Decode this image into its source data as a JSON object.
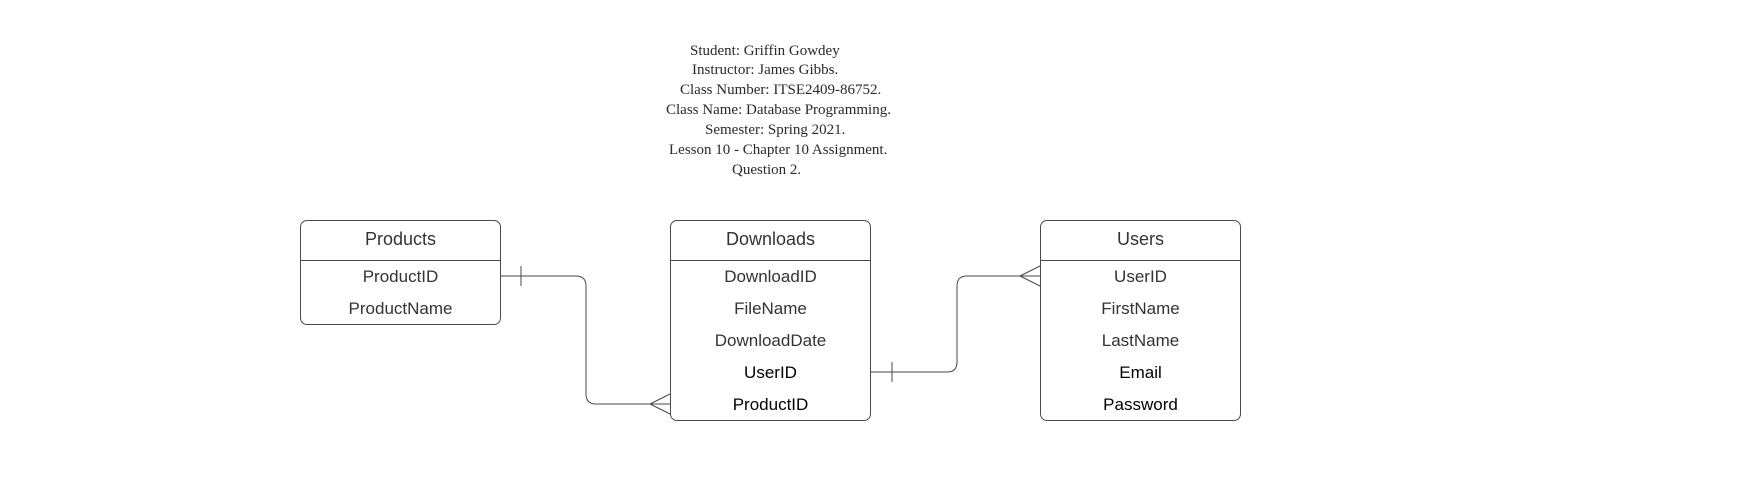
{
  "header": {
    "lines": [
      "Student: Griffin Gowdey",
      "Instructor: James Gibbs.",
      "Class Number: ITSE2409-86752.",
      "Class Name: Database Programming.",
      "Semester: Spring 2021.",
      "Lesson 10 - Chapter 10 Assignment.",
      "Question 2."
    ]
  },
  "entities": {
    "products": {
      "title": "Products",
      "fields": [
        "ProductID",
        "ProductName"
      ]
    },
    "downloads": {
      "title": "Downloads",
      "fields": [
        "DownloadID",
        "FileName",
        "DownloadDate",
        "UserID",
        "ProductID"
      ]
    },
    "users": {
      "title": "Users",
      "fields": [
        "UserID",
        "FirstName",
        "LastName",
        "Email",
        "Password"
      ]
    }
  },
  "relationships": [
    {
      "from": "Products.ProductID",
      "from_cardinality": "one",
      "to": "Downloads.ProductID",
      "to_cardinality": "many"
    },
    {
      "from": "Downloads.UserID",
      "from_cardinality": "one",
      "to": "Users.UserID",
      "to_cardinality": "many"
    }
  ],
  "colors": {
    "line": "#4a4a4a",
    "text": "#333333"
  }
}
